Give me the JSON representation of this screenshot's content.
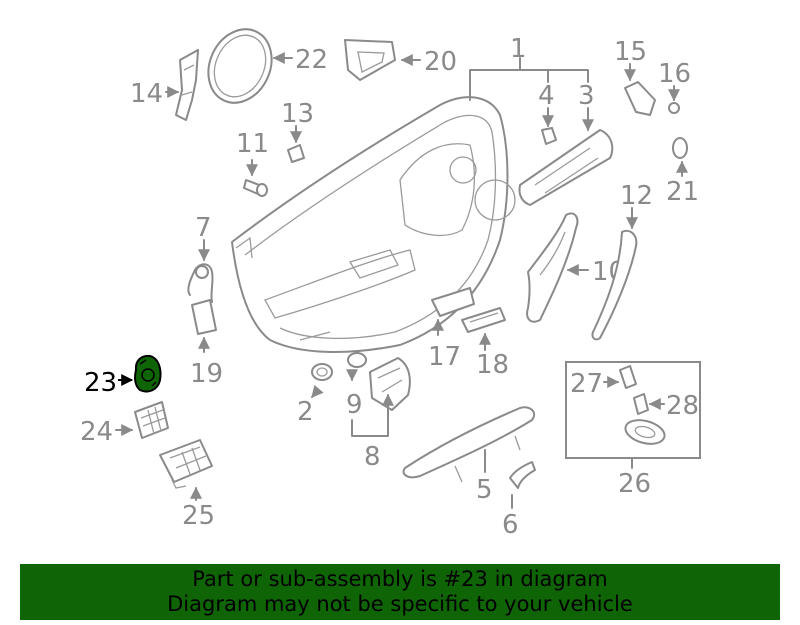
{
  "highlight_color": "#0f6405",
  "highlighted_part": "23",
  "labels": {
    "p1": "1",
    "p2": "2",
    "p3": "3",
    "p4": "4",
    "p5": "5",
    "p6": "6",
    "p7": "7",
    "p8": "8",
    "p9": "9",
    "p10": "10",
    "p11": "11",
    "p12": "12",
    "p13": "13",
    "p14": "14",
    "p15": "15",
    "p16": "16",
    "p17": "17",
    "p18": "18",
    "p19": "19",
    "p20": "20",
    "p21": "21",
    "p22": "22",
    "p23": "23",
    "p24": "24",
    "p25": "25",
    "p26": "26",
    "p27": "27",
    "p28": "28"
  },
  "banner": {
    "line1": "Part or sub-assembly is #23 in diagram",
    "line2": "Diagram may not be specific to your vehicle"
  }
}
